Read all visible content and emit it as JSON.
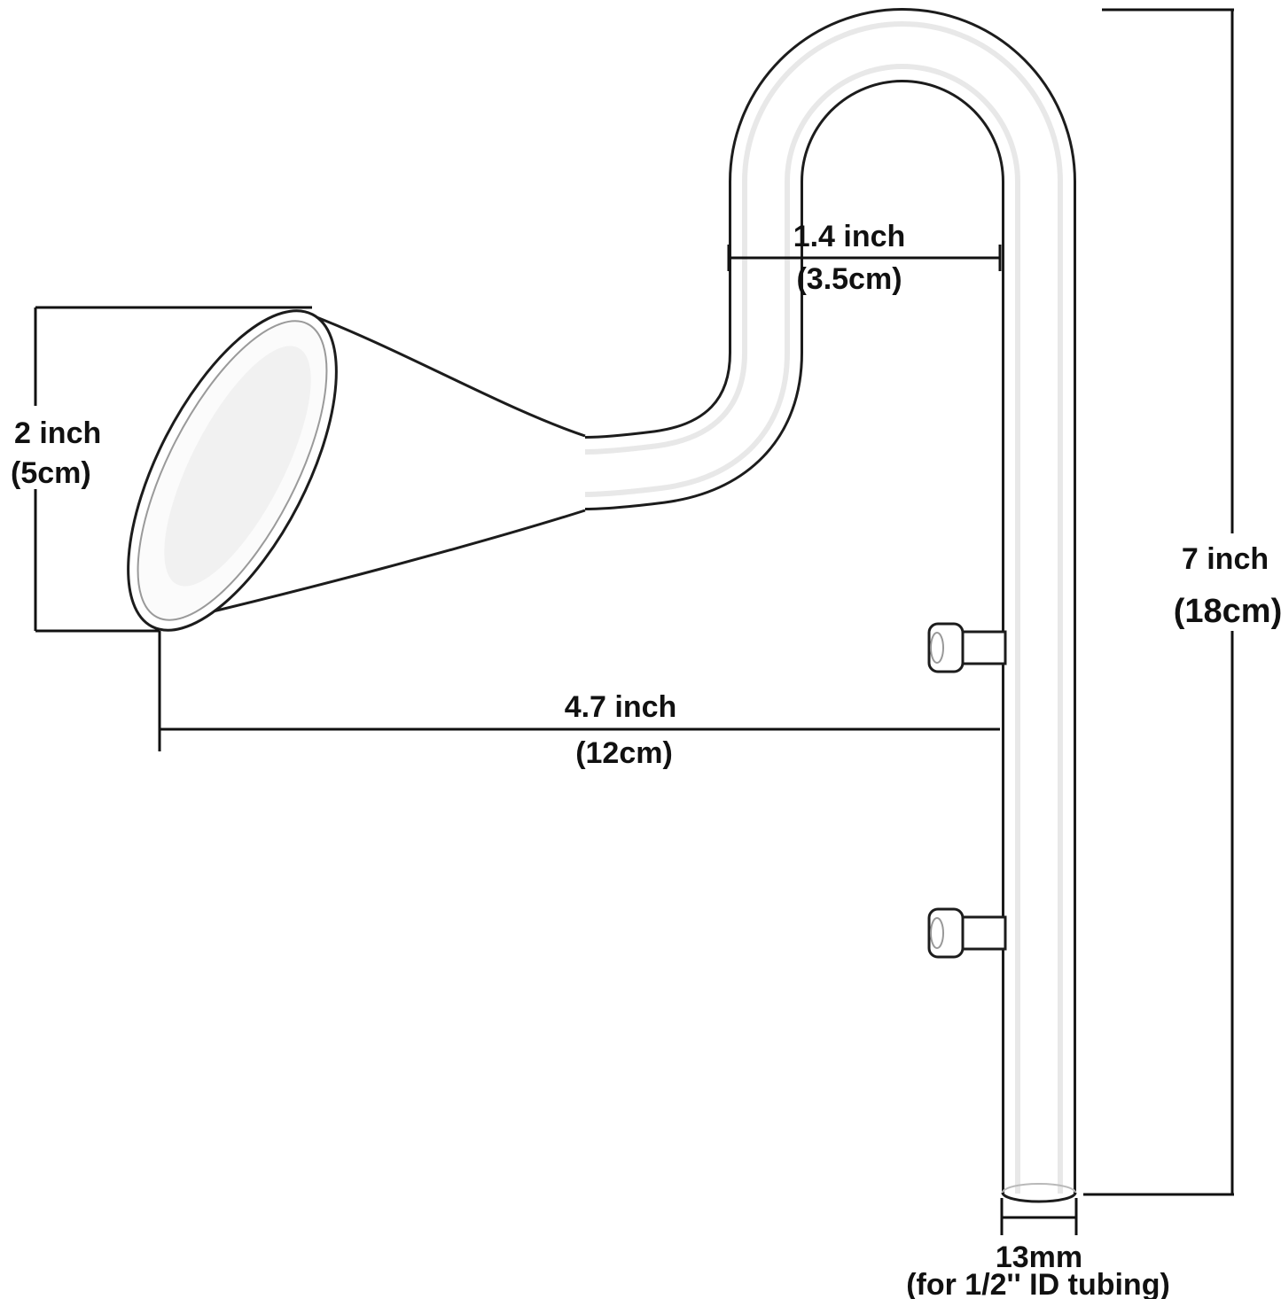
{
  "diagram": {
    "background": "#ffffff",
    "ink_color": "#111111",
    "glass_outline_color": "#1c1c1c",
    "dims": {
      "top_width": {
        "primary": "1.4 inch",
        "secondary": "(3.5cm)"
      },
      "mouth_height": {
        "primary": "2 inch",
        "secondary": "(5cm)"
      },
      "reach": {
        "primary": "4.7 inch",
        "secondary": "(12cm)"
      },
      "pipe_height": {
        "primary": "7 inch",
        "secondary": "(18cm)"
      },
      "tube_diameter": {
        "primary": "13mm",
        "secondary": "(for 1/2'' ID tubing)"
      }
    }
  }
}
